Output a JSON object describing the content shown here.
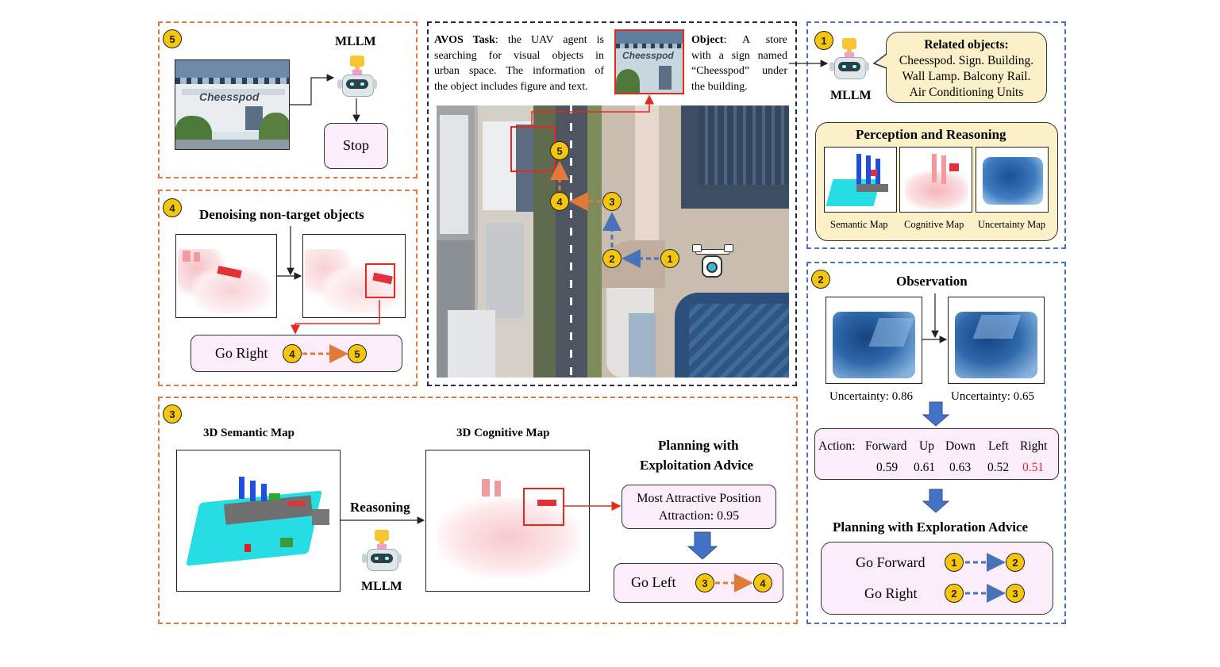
{
  "panel5": {
    "badge": "5",
    "mllm_label": "MLLM",
    "stop_label": "Stop",
    "sign_text": "Cheesspod"
  },
  "panel4": {
    "badge": "4",
    "title": "Denoising non-target objects",
    "action": "Go Right",
    "from_badge": "4",
    "to_badge": "5"
  },
  "panel3": {
    "badge": "3",
    "semantic_title": "3D Semantic Map",
    "cognitive_title": "3D Cognitive Map",
    "reasoning_label": "Reasoning",
    "mllm_label": "MLLM",
    "planning_title_1": "Planning with",
    "planning_title_2": "Exploitation Advice",
    "most_attractive": "Most Attractive Position",
    "attraction": "Attraction: 0.95",
    "action": "Go Left",
    "from_badge": "3",
    "to_badge": "4"
  },
  "center": {
    "task_label": "AVOS Task",
    "task_line1": ": the UAV agent is",
    "task_line2": "searching for visual objects in",
    "task_line3": "urban space. The information of",
    "task_line4": "the object includes figure and text.",
    "object_label": "Object",
    "object_line1": ": A store",
    "object_line2": "with a sign named",
    "object_line3": "“Cheesspod” under",
    "object_line4": "the building.",
    "sign_text": "Cheesspod",
    "waypoints": [
      "1",
      "2",
      "3",
      "4",
      "5"
    ]
  },
  "panel1": {
    "badge": "1",
    "mllm_label": "MLLM",
    "related_title": "Related objects:",
    "related_line1": "Cheesspod. Sign. Building.",
    "related_line2": "Wall Lamp. Balcony Rail.",
    "related_line3": "Air Conditioning Units",
    "perception_title": "Perception and Reasoning",
    "map_labels": [
      "Semantic Map",
      "Cognitive Map",
      "Uncertainty Map"
    ]
  },
  "panel2": {
    "badge": "2",
    "observation_title": "Observation",
    "uncertainty_left": "Uncertainty: 0.86",
    "uncertainty_right": "Uncertainty: 0.65",
    "action_label": "Action:",
    "actions": [
      "Forward",
      "Up",
      "Down",
      "Left",
      "Right"
    ],
    "values": [
      "0.59",
      "0.61",
      "0.63",
      "0.52",
      "0.51"
    ],
    "planning_title": "Planning with Exploration Advice",
    "step1": "Go Forward",
    "step2": "Go Right",
    "step1_from": "1",
    "step1_to": "2",
    "step2_from": "2",
    "step2_to": "3"
  },
  "colors": {
    "orange": "#e07a3a",
    "blue": "#4a72b8",
    "badge": "#f6c60f",
    "highlight_red": "#e8281e"
  }
}
